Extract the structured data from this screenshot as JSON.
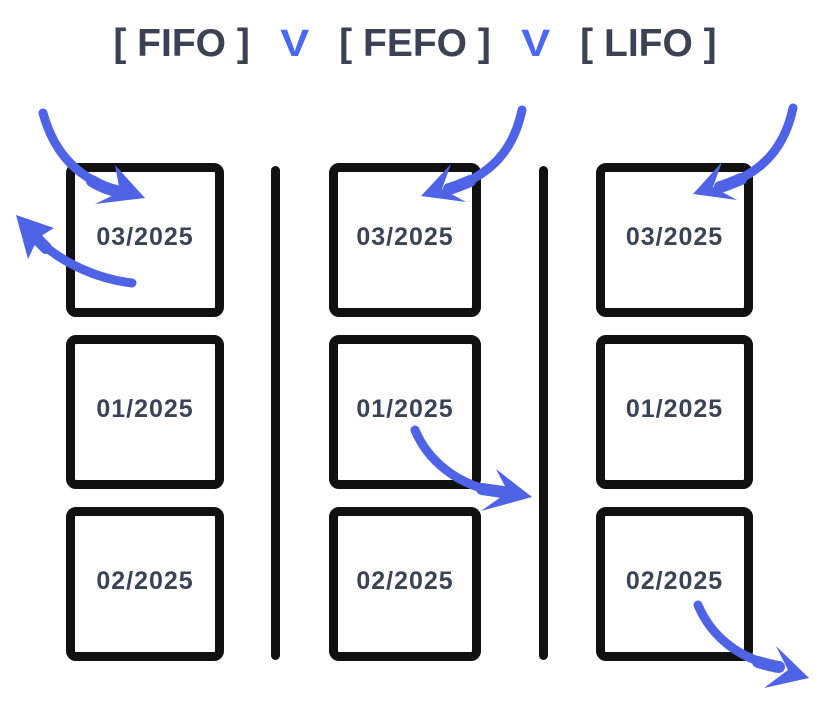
{
  "title": {
    "method_fifo": "[ FIFO ]",
    "versus_1": "V",
    "method_fefo": "[ FEFO ]",
    "versus_2": "V",
    "method_lifo": "[ LIFO ]"
  },
  "columns": [
    {
      "method": "FIFO",
      "boxes": [
        "03/2025",
        "01/2025",
        "02/2025"
      ]
    },
    {
      "method": "FEFO",
      "boxes": [
        "03/2025",
        "01/2025",
        "02/2025"
      ]
    },
    {
      "method": "LIFO",
      "boxes": [
        "03/2025",
        "01/2025",
        "02/2025"
      ]
    }
  ],
  "arrows": [
    {
      "name": "fifo-incoming-arrow",
      "meaning": "item enters top box from upper-left"
    },
    {
      "name": "fifo-outgoing-arrow",
      "meaning": "item exits top box to upper-left"
    },
    {
      "name": "fefo-incoming-arrow",
      "meaning": "item enters top box from upper-right"
    },
    {
      "name": "fefo-outgoing-arrow",
      "meaning": "item exits middle box (01/2025) to lower-right"
    },
    {
      "name": "lifo-incoming-arrow",
      "meaning": "item enters top box from upper-right"
    },
    {
      "name": "lifo-outgoing-arrow",
      "meaning": "item exits bottom box (02/2025) to lower-right"
    }
  ],
  "colors": {
    "background": "#ffffff",
    "box_border": "#111111",
    "divider": "#111111",
    "date_text": "#3b4356",
    "title_text": "#3b4254",
    "versus_blue": "#4a68f2",
    "arrow_blue": "#4f63e6"
  }
}
